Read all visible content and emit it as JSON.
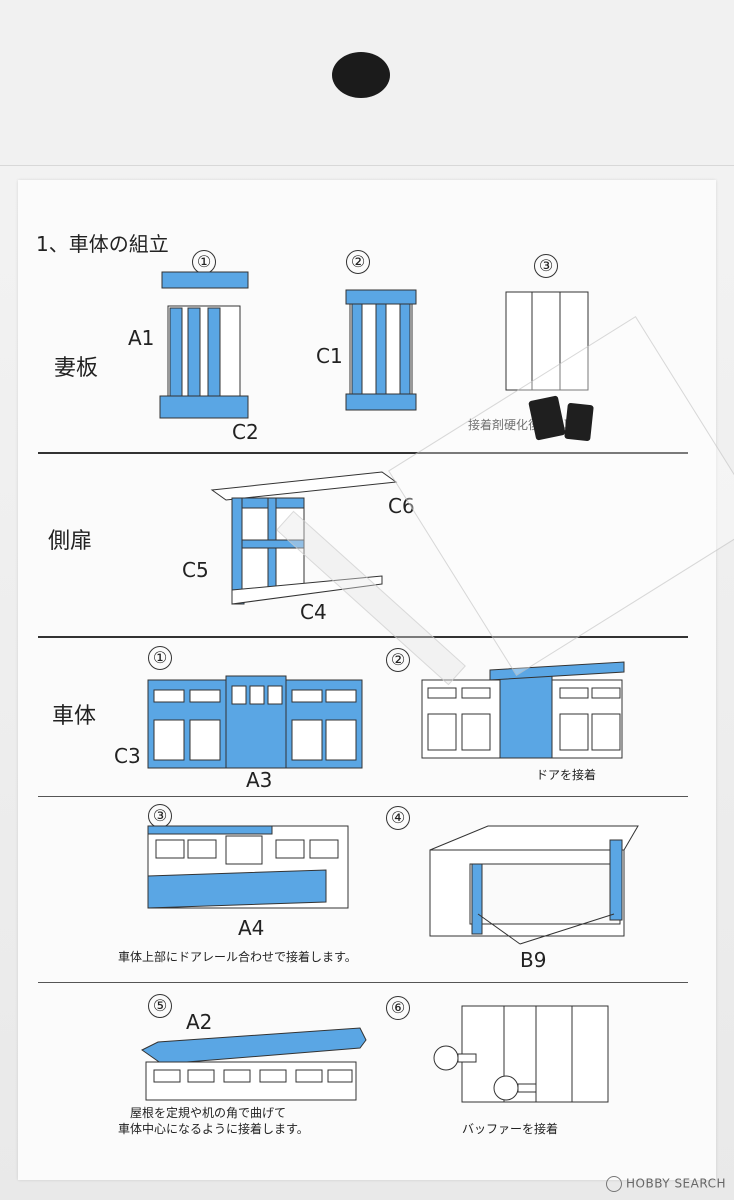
{
  "sheet": {
    "title": "1、車体の組立",
    "sections": [
      "妻板",
      "側扉",
      "車体"
    ],
    "steps": [
      "①",
      "②",
      "③",
      "④",
      "⑤",
      "⑥"
    ],
    "parts": {
      "a1": "A1",
      "c2": "C2",
      "c1": "C1",
      "c5": "C5",
      "c6": "C6",
      "c4": "C4",
      "c3": "C3",
      "a3": "A3",
      "a4": "A4",
      "b9": "B9",
      "a2": "A2"
    },
    "captions": {
      "glue_trim": "接着剤硬化後切り取り",
      "door_glue": "ドアを接着",
      "rail_glue": "車体上部にドアレール合わせで接着します。",
      "roof_bend_1": "屋根を定規や机の角で曲げて",
      "roof_bend_2": "車体中心になるように接着します。",
      "buffer": "バッファーを接着"
    }
  },
  "watermark": "HOBBY SEARCH",
  "colors": {
    "part_blue": "#5aa6e4",
    "line": "#333333"
  }
}
